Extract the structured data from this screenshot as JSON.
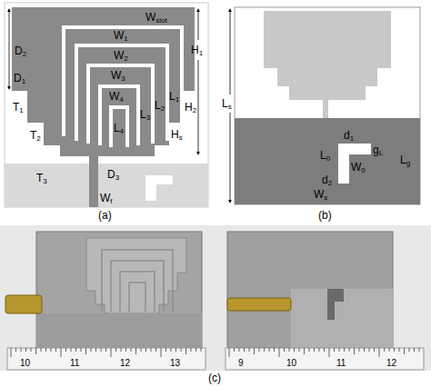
{
  "diagram": {
    "labels": [
      "D2",
      "Wslot",
      "W1",
      "W2",
      "W3",
      "W4",
      "D1",
      "T1",
      "L1",
      "L2",
      "L3",
      "L4",
      "H1",
      "H2",
      "T2",
      "Hs",
      "T3",
      "D3",
      "Wf",
      "(a)",
      "Ls",
      "d1",
      "gL",
      "L0",
      "W0",
      "d2",
      "Lg",
      "Ws",
      "(b)",
      "10",
      "11",
      "12",
      "13",
      "9",
      "10",
      "11",
      "12",
      "(c)"
    ]
  }
}
